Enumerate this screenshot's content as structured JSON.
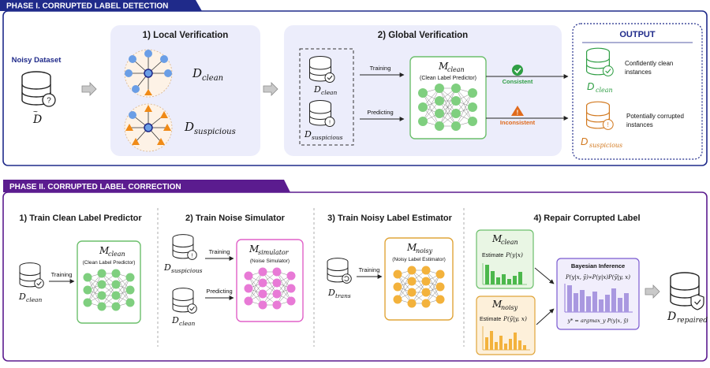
{
  "phase1": {
    "title": "PHASE I. CORRUPTED LABEL DETECTION",
    "noisy_dataset_label": "Noisy Dataset",
    "noisy_dataset_symbol": "D",
    "local": {
      "title": "1) Local Verification",
      "clean_label_base": "D",
      "clean_label_sub": "clean",
      "susp_label_base": "D",
      "susp_label_sub": "suspicious"
    },
    "global": {
      "title": "2) Global Verification",
      "db_clean_base": "D",
      "db_clean_sub": "clean",
      "db_susp_base": "D",
      "db_susp_sub": "suspicious",
      "training_label": "Training",
      "predicting_label": "Predicting",
      "model_base": "M",
      "model_sub": "clean",
      "model_desc": "(Clean Label Predictor)",
      "consistent_label": "Consistent",
      "inconsistent_label": "Inconsistent"
    },
    "output": {
      "title": "OUTPUT",
      "clean_base": "D",
      "clean_sub": "clean",
      "clean_desc_1": "Confidently clean",
      "clean_desc_2": "instances",
      "susp_base": "D",
      "susp_sub": "suspicious",
      "susp_desc_1": "Potentially corrupted",
      "susp_desc_2": "instances"
    }
  },
  "phase2": {
    "title": "PHASE II. CORRUPTED LABEL CORRECTION",
    "step1": {
      "title": "1) Train Clean Label Predictor",
      "db_base": "D",
      "db_sub": "clean",
      "training_label": "Training",
      "model_base": "M",
      "model_sub": "clean",
      "model_desc": "(Clean Label Predictor)"
    },
    "step2": {
      "title": "2) Train Noise Simulator",
      "db1_base": "D",
      "db1_sub": "suspicious",
      "db2_base": "D",
      "db2_sub": "clean",
      "training_label": "Training",
      "predicting_label": "Predicting",
      "model_base": "M",
      "model_sub": "simulator",
      "model_desc": "(Noise Simulator)"
    },
    "step3": {
      "title": "3) Train Noisy Label Estimator",
      "db_base": "D",
      "db_sub": "trans",
      "training_label": "Training",
      "model_base": "M",
      "model_sub": "noisy",
      "model_desc": "(Noisy Label Estimator)"
    },
    "step4": {
      "title": "4) Repair Corrupted Label",
      "clean_base": "M",
      "clean_sub": "clean",
      "clean_estimate": "Estimate",
      "clean_formula": "P(y|x)",
      "noisy_base": "M",
      "noisy_sub": "noisy",
      "noisy_estimate": "Estimate",
      "noisy_formula": "P(ỹ|y, x)",
      "bayes_title": "Bayesian Inference",
      "bayes_formula": "P(y|x, ỹ)∝P(y|x)P(ỹ|y, x)",
      "argmax_formula": "y* = argmax_y P(y|x, ỹ)",
      "repaired_base": "D",
      "repaired_sub": "repaired"
    }
  },
  "colors": {
    "phase1_banner": "#1f2a8a",
    "phase2_banner": "#5b1c8f",
    "local_panel": "#ecedfb",
    "global_panel": "#ecedfb",
    "blue_node": "#6a9ee6",
    "orange_node": "#f08a16",
    "green_model": "#7fcf7f",
    "pink_model": "#e87ad6",
    "orange_model": "#f3b23c",
    "purple_bars": "#a998e0",
    "consistent": "#2f9e44",
    "inconsistent": "#e06a1b"
  }
}
